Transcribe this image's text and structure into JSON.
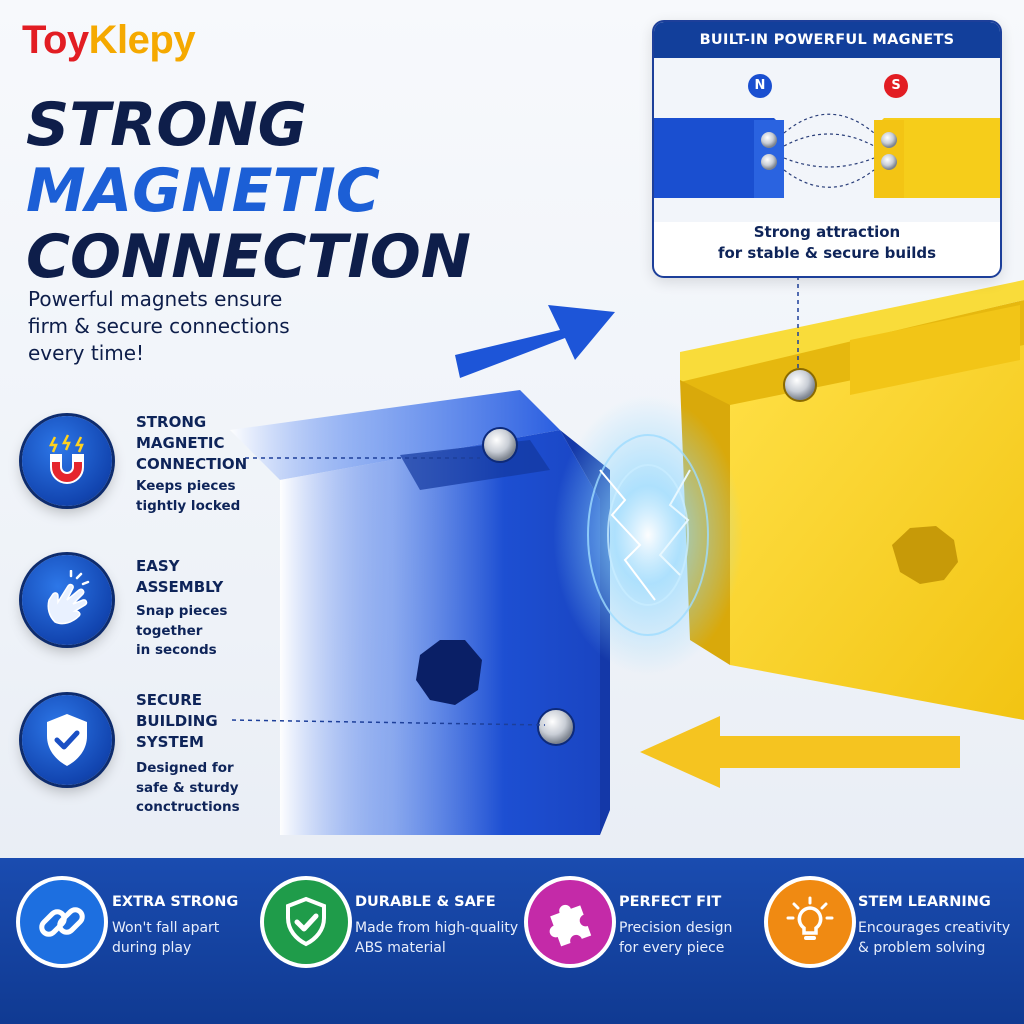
{
  "brand": {
    "part1": "Toy",
    "part2": "Klepy"
  },
  "headline": {
    "line1": "STRONG",
    "line2": "MAGNETIC",
    "line3": "CONNECTION"
  },
  "subline": "Powerful magnets ensure firm & secure connections every time!",
  "inset": {
    "title": "BUILT-IN POWERFUL MAGNETS",
    "pole_north": "N",
    "pole_south": "S",
    "caption_line1": "Strong attraction",
    "caption_line2": "for stable & secure builds"
  },
  "features": [
    {
      "icon": "magnet-icon",
      "title": [
        "STRONG",
        "MAGNETIC",
        "CONNECTION"
      ],
      "desc": [
        "Keeps pieces",
        "tightly locked"
      ]
    },
    {
      "icon": "hand-snap-icon",
      "title": [
        "EASY",
        "ASSEMBLY"
      ],
      "desc": [
        "Snap pieces",
        "together",
        "in seconds"
      ]
    },
    {
      "icon": "shield-check-icon",
      "title": [
        "SECURE",
        "BUILDING",
        "SYSTEM"
      ],
      "desc": [
        "Designed for",
        "safe & sturdy",
        "conctructions"
      ]
    }
  ],
  "benefits": [
    {
      "icon": "chain-link-icon",
      "color": "#1d6fe0",
      "title": "EXTRA STRONG",
      "desc": [
        "Won't fall apart",
        "during play"
      ]
    },
    {
      "icon": "shield-check-icon",
      "color": "#1f9c4a",
      "title": "DURABLE & SAFE",
      "desc": [
        "Made from high-quality",
        "ABS material"
      ]
    },
    {
      "icon": "puzzle-piece-icon",
      "color": "#c42aa8",
      "title": "PERFECT FIT",
      "desc": [
        "Precision design",
        "for every piece"
      ]
    },
    {
      "icon": "lightbulb-icon",
      "color": "#f08a12",
      "title": "STEM LEARNING",
      "desc": [
        "Encourages creativity",
        "& problem solving"
      ]
    }
  ],
  "colors": {
    "blue_block": "#1a4fd0",
    "yellow_block": "#f7cf1d",
    "navy": "#0e1e4a",
    "accent_blue": "#1c5fd6"
  }
}
